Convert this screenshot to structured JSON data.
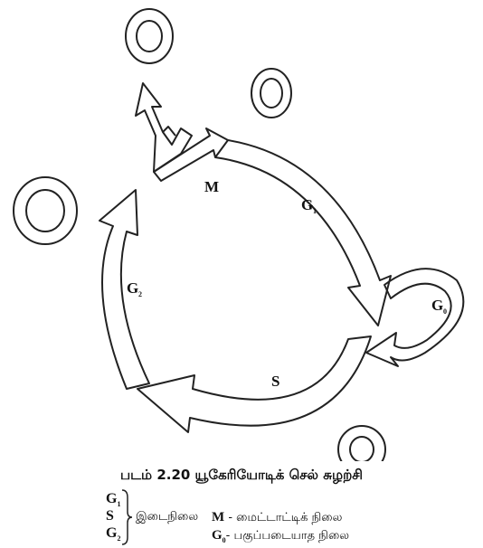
{
  "diagram": {
    "labels": {
      "m": "M",
      "g1": "G",
      "g1_sub": "1",
      "g2": "G",
      "g2_sub": "2",
      "g0": "G",
      "g0_sub": "0",
      "s": "S"
    }
  },
  "caption": "படம் 2.20 யூகேரியோடிக் செல் சுழற்சி",
  "legend": {
    "g1": "G",
    "g1_sub": "1",
    "s": "S",
    "g2": "G",
    "g2_sub": "2",
    "interphase": "இடைநிலை",
    "m_label": "M",
    "m_text": "- மைட்டாட்டிக் நிலை",
    "g0_label": "G",
    "g0_sub": "0",
    "g0_text": "- பகுப்படையாத நிலை"
  }
}
